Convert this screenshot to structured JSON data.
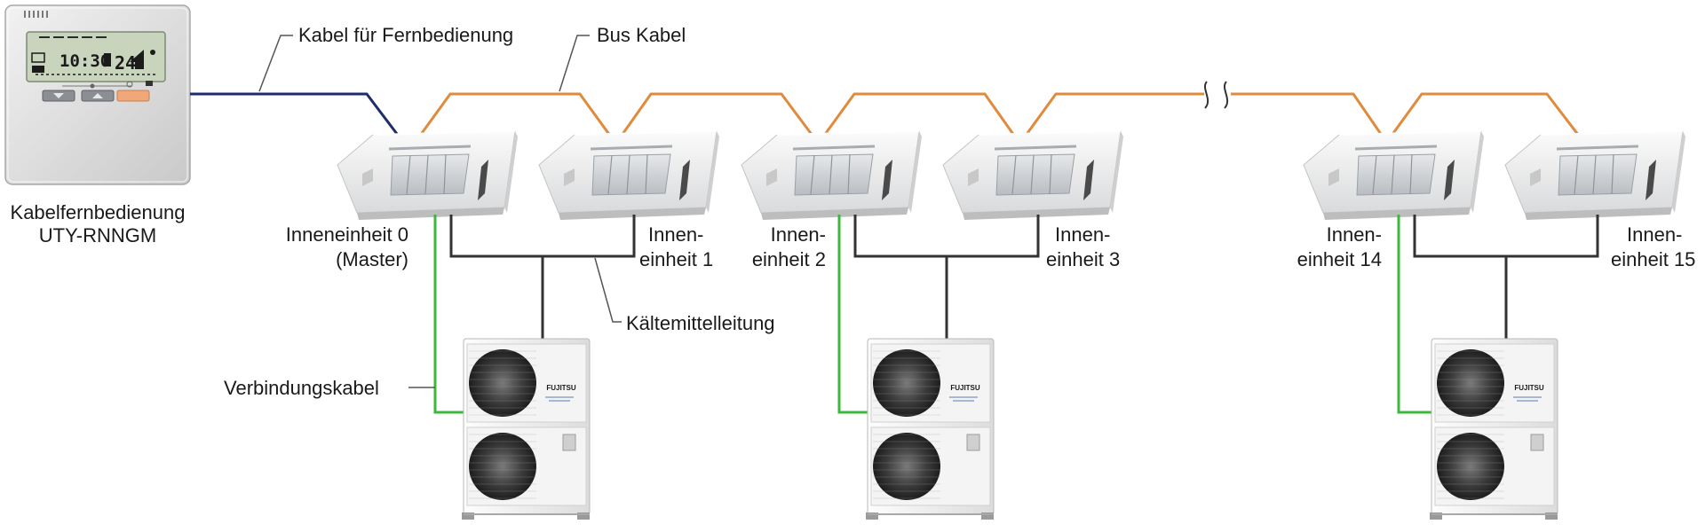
{
  "remote": {
    "name_line1": "Kabelfernbedienung",
    "name_line2": "UTY-RNNGM",
    "display_time": "10:30",
    "display_temp": "24"
  },
  "labels": {
    "remote_cable": "Kabel für Fernbedienung",
    "bus_cable": "Bus Kabel",
    "refrigerant_pipe": "Kältemittelleitung",
    "connection_cable": "Verbindungskabel"
  },
  "indoor_units": [
    {
      "line1": "Inneneinheit 0",
      "line2": "(Master)"
    },
    {
      "line1": "Innen-",
      "line2": "einheit 1"
    },
    {
      "line1": "Innen-",
      "line2": "einheit 2"
    },
    {
      "line1": "Innen-",
      "line2": "einheit 3"
    },
    {
      "line1": "Innen-",
      "line2": "einheit 14"
    },
    {
      "line1": "Innen-",
      "line2": "einheit 15"
    }
  ],
  "outdoor_brand": "FUJITSU",
  "colors": {
    "remote_cable": "#1f2d6b",
    "bus_cable": "#e08a3c",
    "refrigerant_pipe": "#333333",
    "connection_cable": "#3db83d",
    "leader_line": "#555555"
  }
}
